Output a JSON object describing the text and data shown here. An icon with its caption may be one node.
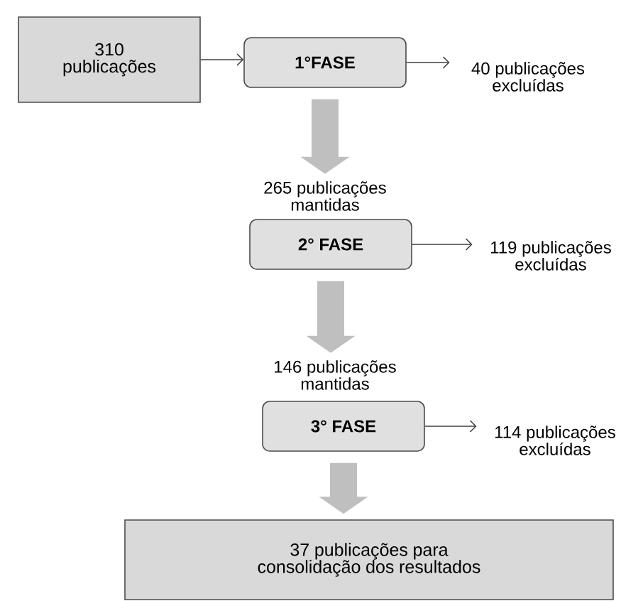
{
  "diagram": {
    "nodes": [
      {
        "text": [
          "310 publicações"
        ]
      },
      {
        "text": [
          "1°FASE"
        ]
      },
      {
        "text": [
          "40 publicações excluídas"
        ]
      },
      {
        "text": [
          "265 publicações mantidas"
        ]
      },
      {
        "text": [
          "2° FASE"
        ]
      },
      {
        "text": [
          "119 publicações excluídas"
        ]
      },
      {
        "text": [
          "146 publicações mantidas"
        ]
      },
      {
        "text": [
          "3° FASE"
        ]
      },
      {
        "text": [
          "114 publicações excluídas"
        ]
      },
      {
        "text": [
          "37 publicações para consolidação dos resultados"
        ]
      }
    ],
    "edges": [
      {
        "from": 0,
        "to": 1,
        "arrow": "to"
      },
      {
        "from": 1,
        "to": 2,
        "arrow": "to"
      },
      {
        "from": 1,
        "to": 3,
        "arrow": "to",
        "style": "thick",
        "color": "#bfbfbf"
      },
      {
        "from": 4,
        "to": 5,
        "arrow": "to"
      },
      {
        "from": 4,
        "to": 6,
        "arrow": "to",
        "style": "thick",
        "color": "#bfbfbf"
      },
      {
        "from": 7,
        "to": 8,
        "arrow": "to"
      },
      {
        "from": 7,
        "to": 9,
        "arrow": "to",
        "style": "thick",
        "color": "#bfbfbf"
      }
    ]
  }
}
